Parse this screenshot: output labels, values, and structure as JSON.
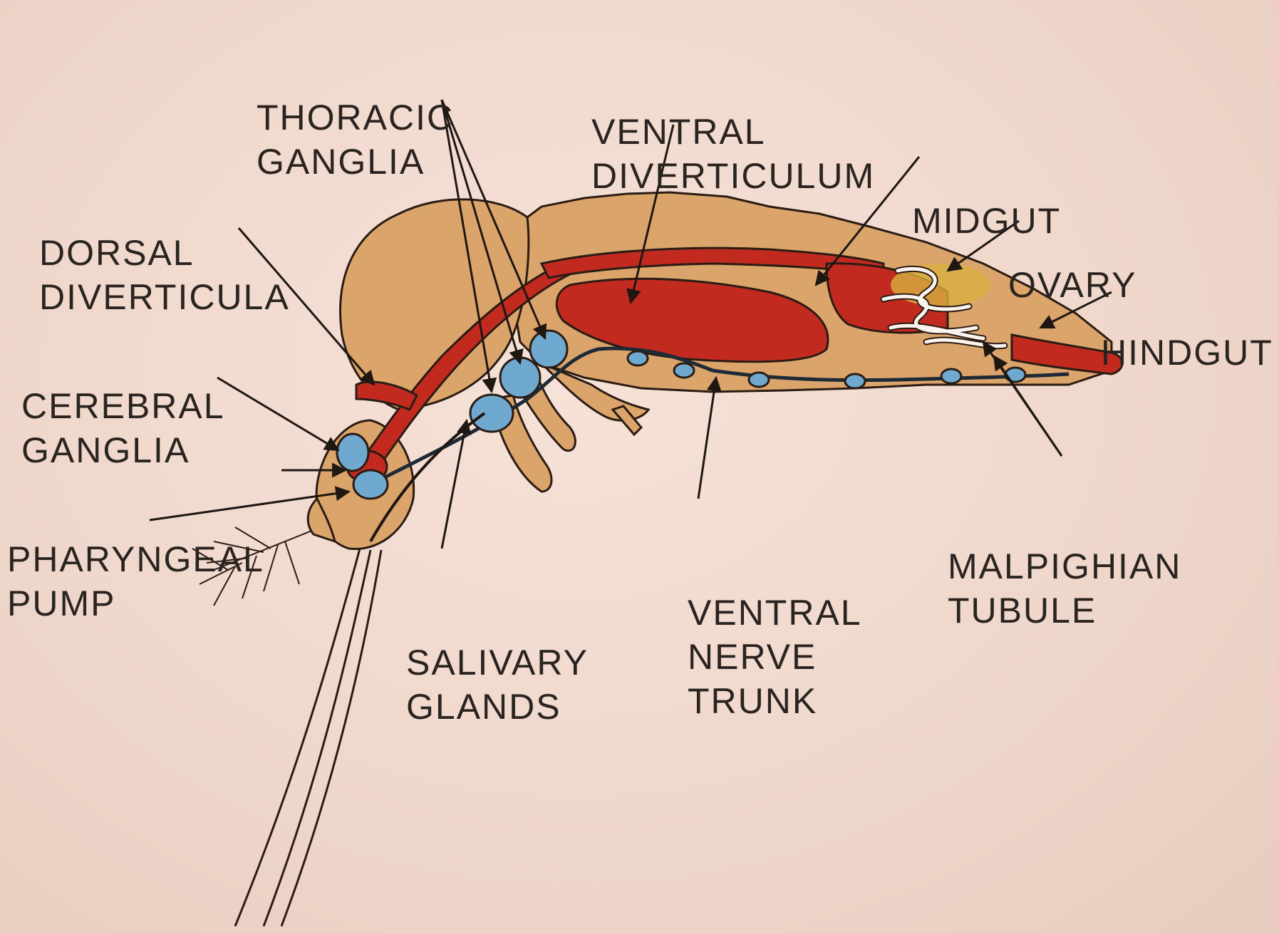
{
  "labels": {
    "thoracic_ganglia": [
      "THORACIC",
      "GANGLIA"
    ],
    "ventral_diverticulum": [
      "VENTRAL",
      "DIVERTICULUM"
    ],
    "midgut": [
      "MIDGUT"
    ],
    "ovary": [
      "OVARY"
    ],
    "hindgut": [
      "HINDGUT"
    ],
    "dorsal_diverticula": [
      "DORSAL",
      "DIVERTICULA"
    ],
    "cerebral_ganglia": [
      "CEREBRAL",
      "GANGLIA"
    ],
    "pharyngeal_pump": [
      "PHARYNGEAL",
      "PUMP"
    ],
    "salivary_glands": [
      "SALIVARY",
      "GLANDS"
    ],
    "ventral_nerve_trunk": [
      "VENTRAL",
      "NERVE",
      "TRUNK"
    ],
    "malpighian_tubule": [
      "MALPIGHIAN",
      "TUBULE"
    ]
  },
  "colors": {
    "background": "#f2dbd0",
    "body": "#dba46a",
    "gut": "#c22a20",
    "nerve": "#6fa9cf",
    "outline": "#2a1c14",
    "text": "#2a2420"
  }
}
